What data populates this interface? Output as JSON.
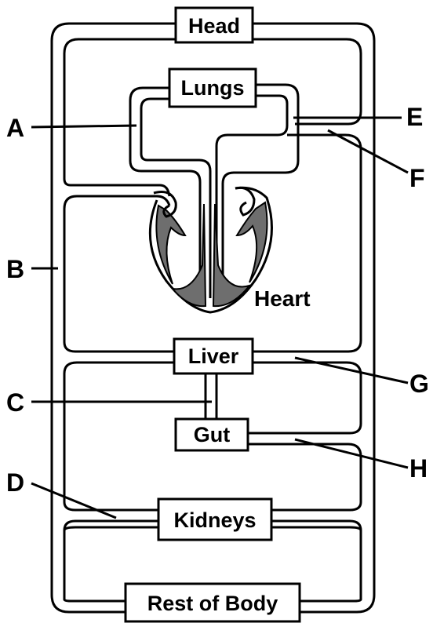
{
  "organs": {
    "head": "Head",
    "lungs": "Lungs",
    "liver": "Liver",
    "gut": "Gut",
    "kidneys": "Kidneys",
    "rest_of_body": "Rest of Body",
    "heart": "Heart"
  },
  "callouts": {
    "a": "A",
    "b": "B",
    "c": "C",
    "d": "D",
    "e": "E",
    "f": "F",
    "g": "G",
    "h": "H"
  }
}
